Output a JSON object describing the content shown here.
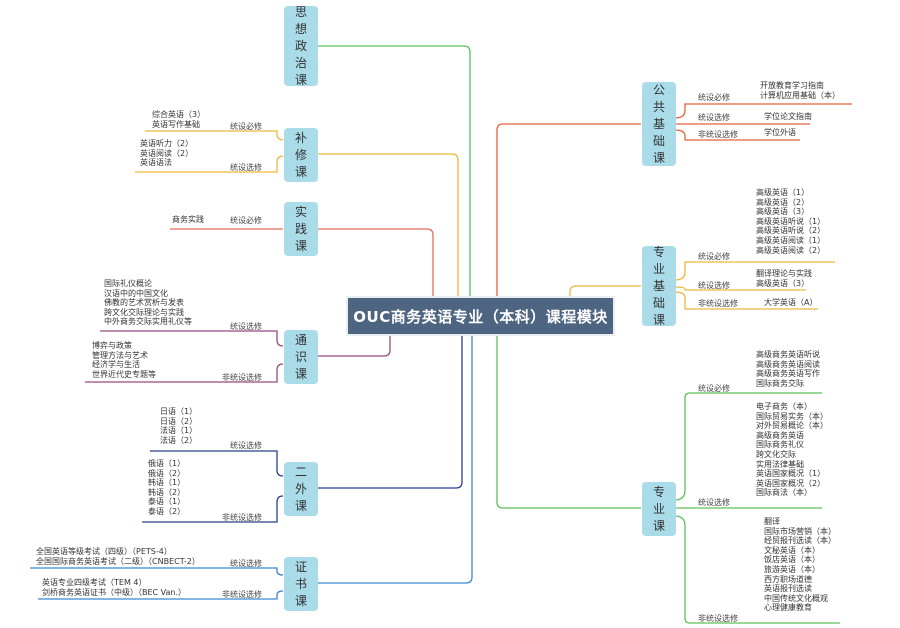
{
  "root": "OUC商务英语专业（本科）课程模块",
  "colors": {
    "root_bg": "#4d6580",
    "module_bg": "#a9dbe8",
    "green": "#5cc05a",
    "orange": "#f0b63a",
    "red": "#e06c5a",
    "purple": "#9a4a7a",
    "navy": "#2b3e8c",
    "blue": "#3a86cf",
    "redorange": "#e8603c"
  },
  "left": {
    "sixiang": {
      "title": "思想政治课"
    },
    "buxiu": {
      "title": "补修课",
      "g1": {
        "label": "统设必修",
        "items": [
          "综合英语（3）",
          "英语写作基础"
        ]
      },
      "g2": {
        "label": "统设选修",
        "items": [
          "英语听力（2）",
          "英语阅读（2）",
          "英语语法"
        ]
      }
    },
    "shijian": {
      "title": "实践课",
      "g1": {
        "label": "统设必修",
        "items": [
          "商务实践"
        ]
      }
    },
    "tongshi": {
      "title": "通识课",
      "g1": {
        "label": "统设选修",
        "items": [
          "国际礼仪概论",
          "汉语中的中国文化",
          "佛教的艺术赏析与发表",
          "跨文化交际理论与实践",
          "中外商务交际实用礼仪等"
        ]
      },
      "g2": {
        "label": "非统设选修",
        "items": [
          "博弈与政策",
          "管理方法与艺术",
          "经济学与生活",
          "世界近代史专题等"
        ]
      }
    },
    "erwai": {
      "title": "二外课",
      "g1": {
        "label": "统设选修",
        "items": [
          "日语（1）",
          "日语（2）",
          "法语（1）",
          "法语（2）"
        ]
      },
      "g2": {
        "label": "非统设选修",
        "items": [
          "俄语（1）",
          "俄语（2）",
          "韩语（1）",
          "韩语（2）",
          "泰语（1）",
          "泰语（2）"
        ]
      }
    },
    "zhengshu": {
      "title": "证书课",
      "g1": {
        "label": "统设选修",
        "items": [
          "全国英语等级考试（四级）（PETS-4）",
          "全国国际商务英语考试（二级）（CNBECT-2）"
        ]
      },
      "g2": {
        "label": "非统设选修",
        "items": [
          "英语专业四级考试（TEM 4）",
          "剑桥商务英语证书（中级）（BEC Van.）"
        ]
      }
    }
  },
  "right": {
    "gonggong": {
      "title": "公共基础课",
      "g1": {
        "label": "统设必修",
        "items": [
          "开放教育学习指南",
          "计算机应用基础（本）"
        ]
      },
      "g2": {
        "label": "统设选修",
        "items": [
          "学位论文指南"
        ]
      },
      "g3": {
        "label": "非统设选修",
        "items": [
          "学位外语"
        ]
      }
    },
    "zhuanyejichu": {
      "title": "专业基础课",
      "g1": {
        "label": "统设必修",
        "items": [
          "高级英语（1）",
          "高级英语（2）",
          "高级英语（3）",
          "高级英语听说（1）",
          "高级英语听说（2）",
          "高级英语阅读（1）",
          "高级英语阅读（2）"
        ]
      },
      "g2": {
        "label": "统设选修",
        "items": [
          "翻译理论与实践",
          "高级英语（3）"
        ]
      },
      "g3": {
        "label": "非统设选修",
        "items": [
          "大学英语（A）"
        ]
      }
    },
    "zhuanye": {
      "title": "专业课",
      "g1": {
        "label": "统设必修",
        "items": [
          "高级商务英语听说",
          "高级商务英语阅读",
          "高级商务英语写作",
          "国际商务交际"
        ]
      },
      "g2": {
        "label": "统设选修",
        "items": [
          "电子商务（本）",
          "国际贸易实务（本）",
          "对外贸易概论（本）",
          "高级商务英语",
          "国际商务礼仪",
          "跨文化交际",
          "实用法律基础",
          "英语国家概况（1）",
          "英语国家概况（2）",
          "国际商法（本）"
        ]
      },
      "g3": {
        "label": "非统设选修",
        "items": [
          "翻译",
          "国际市场营销（本）",
          "经贸报刊选读（本）",
          "文秘英语（本）",
          "饭店英语（本）",
          "旅游英语（本）",
          "西方职场道德",
          "英语报刊选读",
          "中国传统文化概观",
          "心理健康教育"
        ]
      }
    }
  }
}
